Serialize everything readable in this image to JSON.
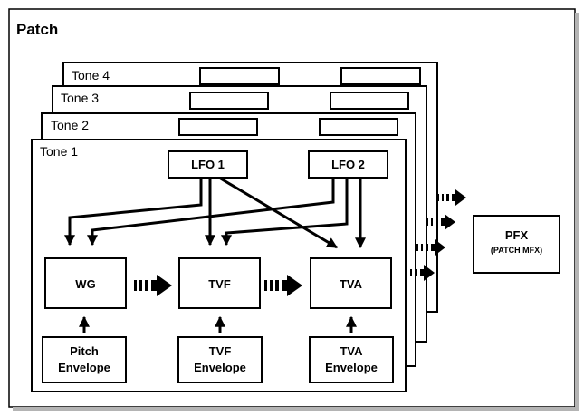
{
  "patch": {
    "title": "Patch"
  },
  "tones": [
    {
      "label": "Tone 4"
    },
    {
      "label": "Tone 3"
    },
    {
      "label": "Tone 2"
    },
    {
      "label": "Tone 1"
    }
  ],
  "blocks": {
    "lfo1": "LFO 1",
    "lfo2": "LFO 2",
    "wg": "WG",
    "tvf": "TVF",
    "tva": "TVA"
  },
  "envelopes": {
    "pitch": {
      "line1": "Pitch",
      "line2": "Envelope"
    },
    "tvf": {
      "line1": "TVF",
      "line2": "Envelope"
    },
    "tva": {
      "line1": "TVA",
      "line2": "Envelope"
    }
  },
  "pfx": {
    "title": "PFX",
    "subtitle": "(PATCH MFX)"
  }
}
